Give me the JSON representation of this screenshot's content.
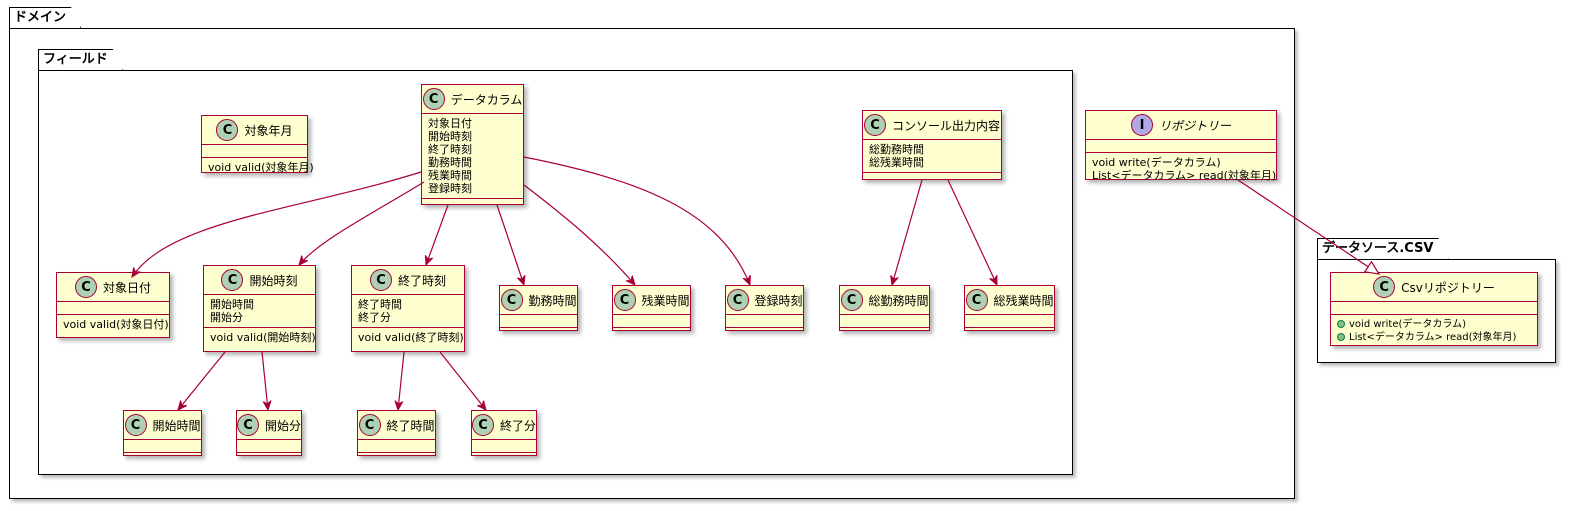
{
  "packages": {
    "domain": "ドメイン",
    "field": "フィールド",
    "datasource": "データソース.CSV"
  },
  "classes": {
    "target_year_month": {
      "name": "対象年月",
      "methods": [
        "void valid(対象年月)"
      ]
    },
    "data_column": {
      "name": "データカラム",
      "fields": [
        "対象日付",
        "開始時刻",
        "終了時刻",
        "勤務時間",
        "残業時間",
        "登録時刻"
      ]
    },
    "console_output": {
      "name": "コンソール出力内容",
      "fields": [
        "総勤務時間",
        "総残業時間"
      ]
    },
    "repository": {
      "name": "リポジトリー",
      "methods": [
        "void write(データカラム)",
        "List<データカラム> read(対象年月)"
      ]
    },
    "target_date": {
      "name": "対象日付",
      "methods": [
        "void valid(対象日付)"
      ]
    },
    "start_time": {
      "name": "開始時刻",
      "fields": [
        "開始時間",
        "開始分"
      ],
      "methods": [
        "void valid(開始時刻)"
      ]
    },
    "end_time": {
      "name": "終了時刻",
      "fields": [
        "終了時間",
        "終了分"
      ],
      "methods": [
        "void valid(終了時刻)"
      ]
    },
    "work_hours": {
      "name": "勤務時間"
    },
    "overtime_hours": {
      "name": "残業時間"
    },
    "registered_time": {
      "name": "登録時刻"
    },
    "total_work_hours": {
      "name": "総勤務時間"
    },
    "total_overtime_hours": {
      "name": "総残業時間"
    },
    "start_hour": {
      "name": "開始時間"
    },
    "start_minute": {
      "name": "開始分"
    },
    "end_hour": {
      "name": "終了時間"
    },
    "end_minute": {
      "name": "終了分"
    },
    "csv_repository": {
      "name": "Csvリポジトリー",
      "methods": [
        "void write(データカラム)",
        "List<データカラム> read(対象年月)"
      ]
    }
  },
  "badges": {
    "class": "C",
    "interface": "I"
  },
  "colors": {
    "class_fill": "#FEFECE",
    "class_border": "#A80036",
    "class_badge": "#ADD1B2",
    "interface_badge": "#B4A7E5",
    "arrow": "#A80036"
  }
}
